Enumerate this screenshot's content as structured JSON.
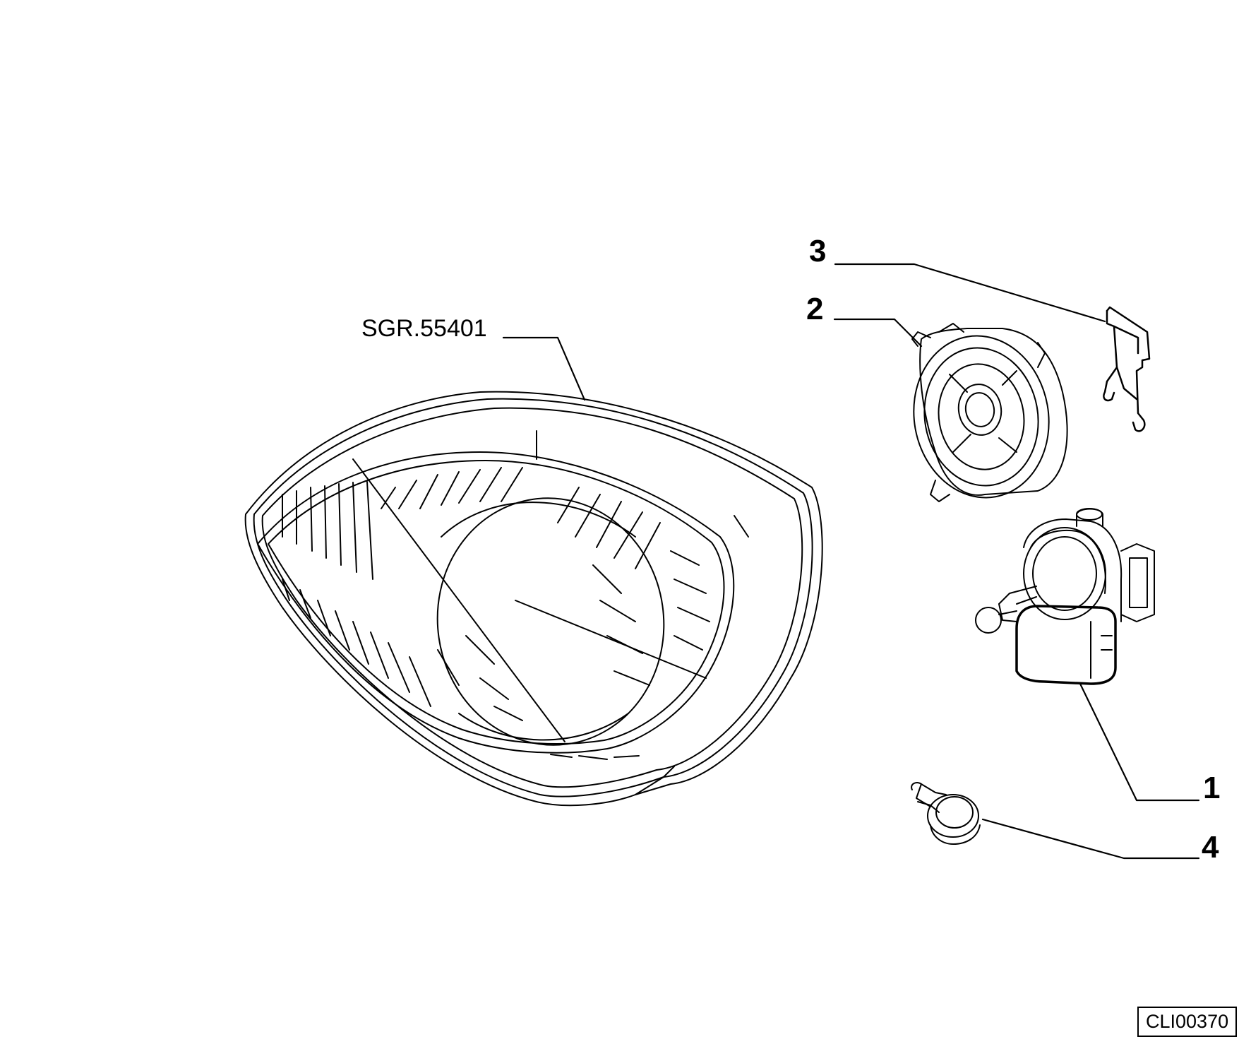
{
  "labels": {
    "assembly_ref": "SGR.55401",
    "item_1": "1",
    "item_2": "2",
    "item_3": "3",
    "item_4": "4"
  },
  "drawing_code": "CLI00370",
  "icons": [
    "headlamp-assembly",
    "headlamp-motor",
    "bulb-cap",
    "retaining-spring",
    "bulb"
  ]
}
